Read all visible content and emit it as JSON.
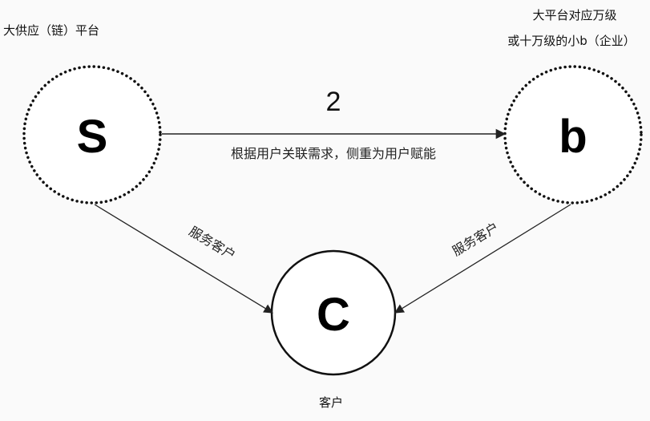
{
  "nodes": {
    "s": {
      "letter": "S",
      "caption": "大供应（链）平台"
    },
    "b": {
      "letter": "b",
      "caption_line1": "大平台对应万级",
      "caption_line2": "或十万级的小b（企业）"
    },
    "c": {
      "letter": "C",
      "caption": "客户"
    }
  },
  "edges": {
    "s_to_b": {
      "step": "2",
      "label": "根据用户关联需求，侧重为用户赋能"
    },
    "s_to_c": {
      "label": "服务客户"
    },
    "b_to_c": {
      "label": "服务客户"
    }
  },
  "colors": {
    "line": "#222222",
    "background": "#fafafa"
  }
}
